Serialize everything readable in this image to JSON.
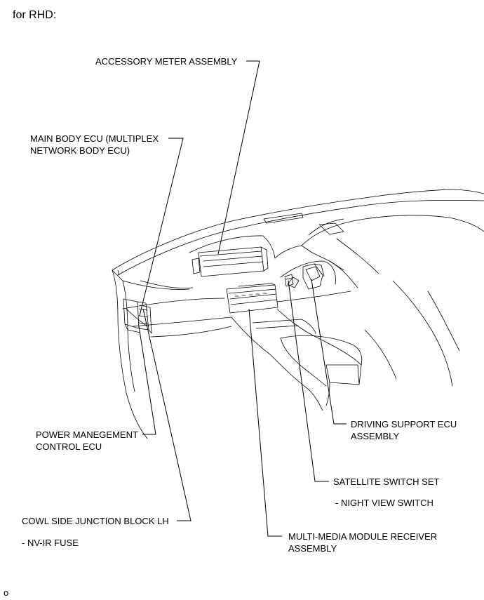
{
  "header": {
    "title": "for RHD:"
  },
  "labels": {
    "accessory_meter": [
      "ACCESSORY METER ASSEMBLY"
    ],
    "main_body_ecu": [
      "MAIN BODY ECU (MULTIPLEX",
      "NETWORK BODY ECU)"
    ],
    "power_management": [
      "POWER MANEGEMENT",
      "CONTROL ECU"
    ],
    "cowl_side": [
      "COWL SIDE JUNCTION BLOCK LH"
    ],
    "cowl_side_note": "- NV-IR FUSE",
    "multimedia": [
      "MULTI-MEDIA MODULE RECEIVER",
      "ASSEMBLY"
    ],
    "satellite_switch": [
      "SATELLITE SWITCH SET"
    ],
    "satellite_note": "- NIGHT VIEW SWITCH",
    "driving_support": [
      "DRIVING SUPPORT ECU",
      "ASSEMBLY"
    ]
  },
  "footer": {
    "code": "o"
  }
}
